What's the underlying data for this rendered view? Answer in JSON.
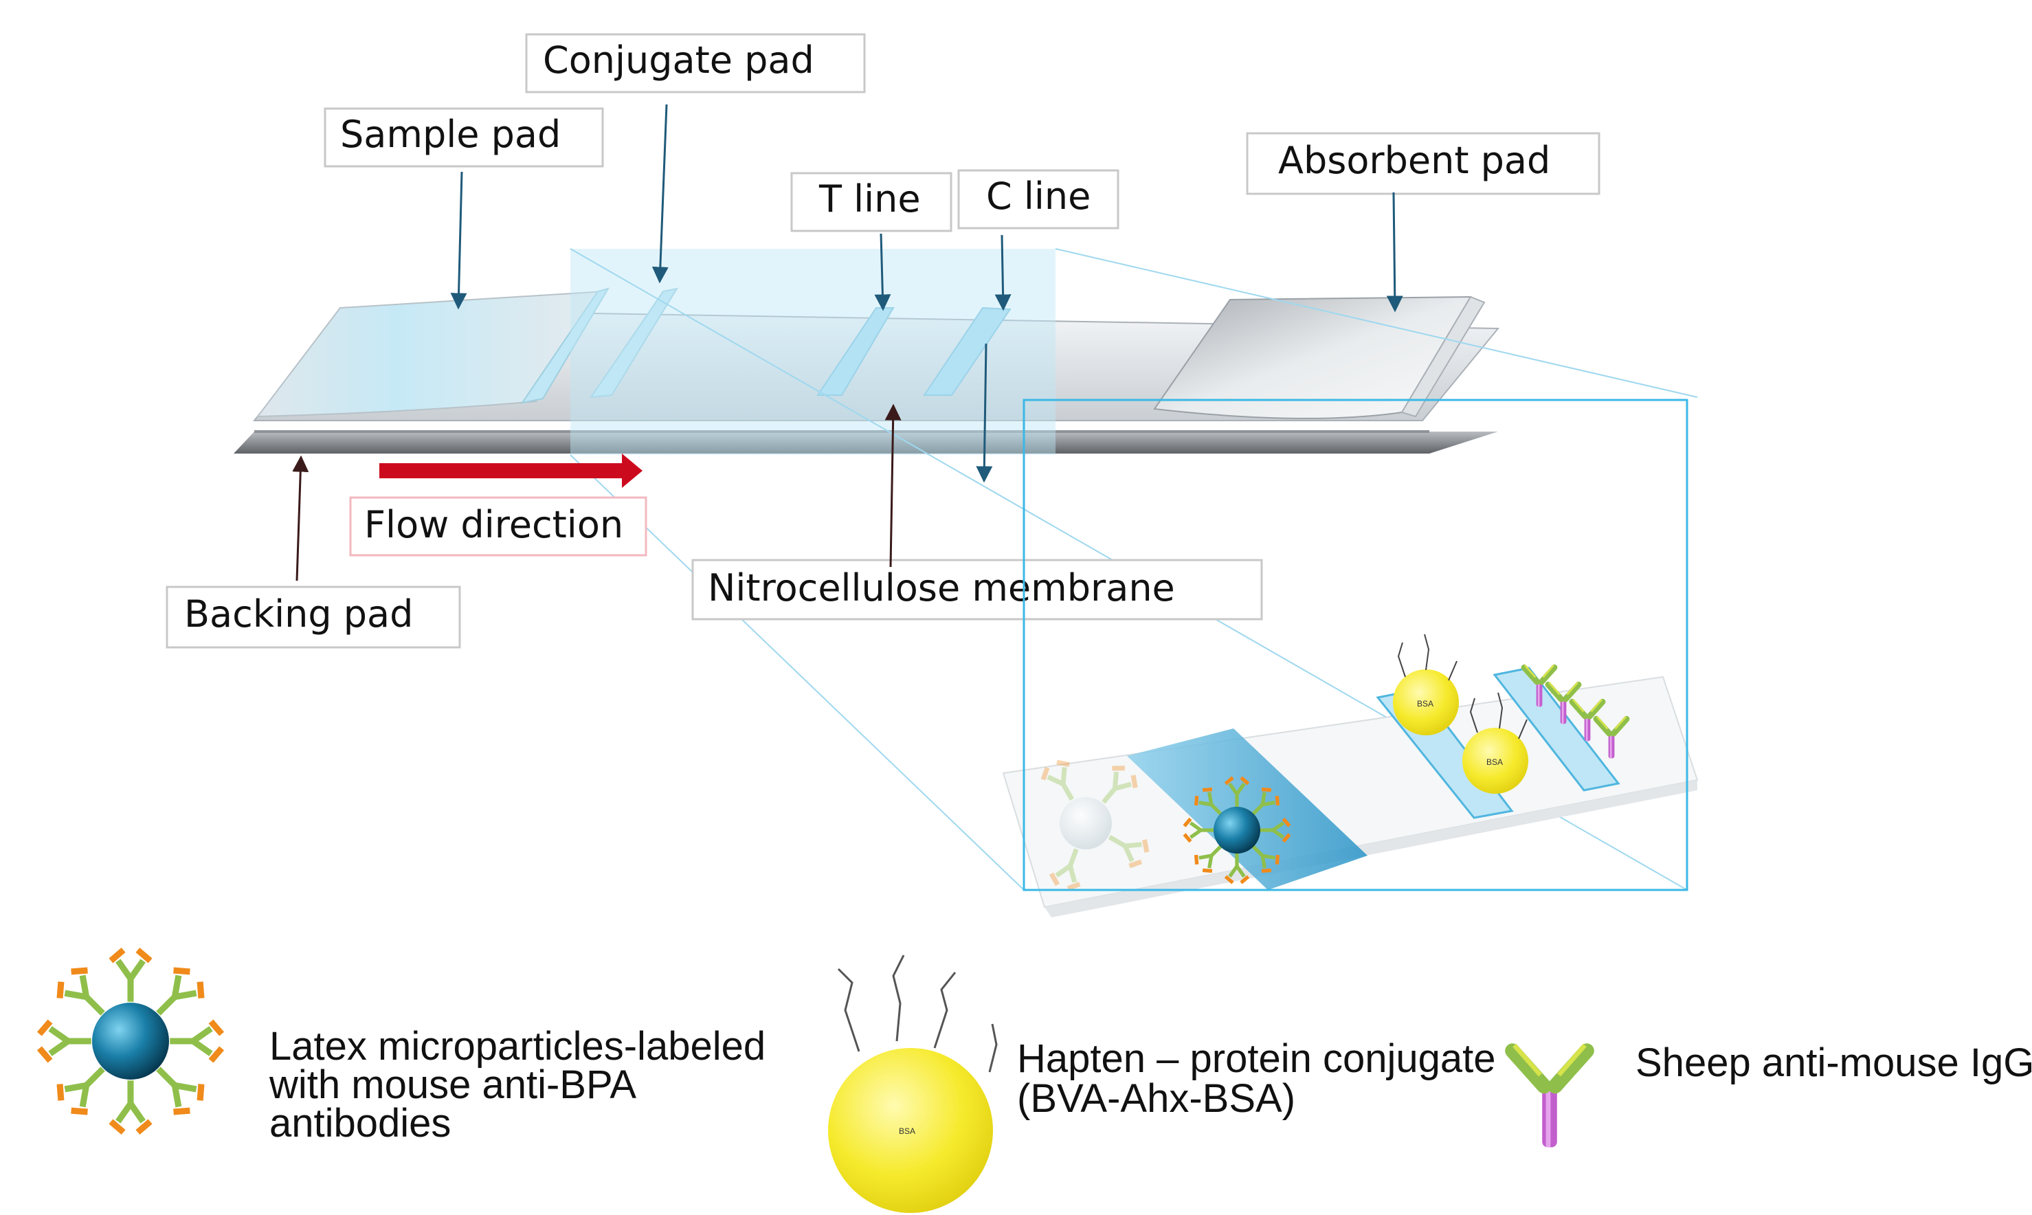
{
  "labels": {
    "conjugate_pad": "Conjugate pad",
    "sample_pad": "Sample pad",
    "t_line": "T line",
    "c_line": "C line",
    "absorbent_pad": "Absorbent pad",
    "flow_direction": "Flow direction",
    "backing_pad": "Backing pad",
    "nitrocellulose_membrane": "Nitrocellulose membrane"
  },
  "legend": {
    "latex_line1": "Latex microparticles-labeled",
    "latex_line2": "with mouse anti-BPA",
    "latex_line3": "antibodies",
    "hapten_line1": "Hapten – protein conjugate",
    "hapten_line2": "(BVA-Ahx-BSA)",
    "sheep": "Sheep anti-mouse IgG",
    "bsa": "BSA"
  },
  "colors": {
    "arrow": "#cc0a1e",
    "callout_line": "#1f5a7a",
    "zoom_box": "#3bb8e6",
    "latex_particle": "#1a7fa8",
    "conjugate_ball": "#f2e62a",
    "antibody_green": "#8fbf4a",
    "antibody_orange": "#f08a1a",
    "antibody_purple": "#b84fc0"
  }
}
